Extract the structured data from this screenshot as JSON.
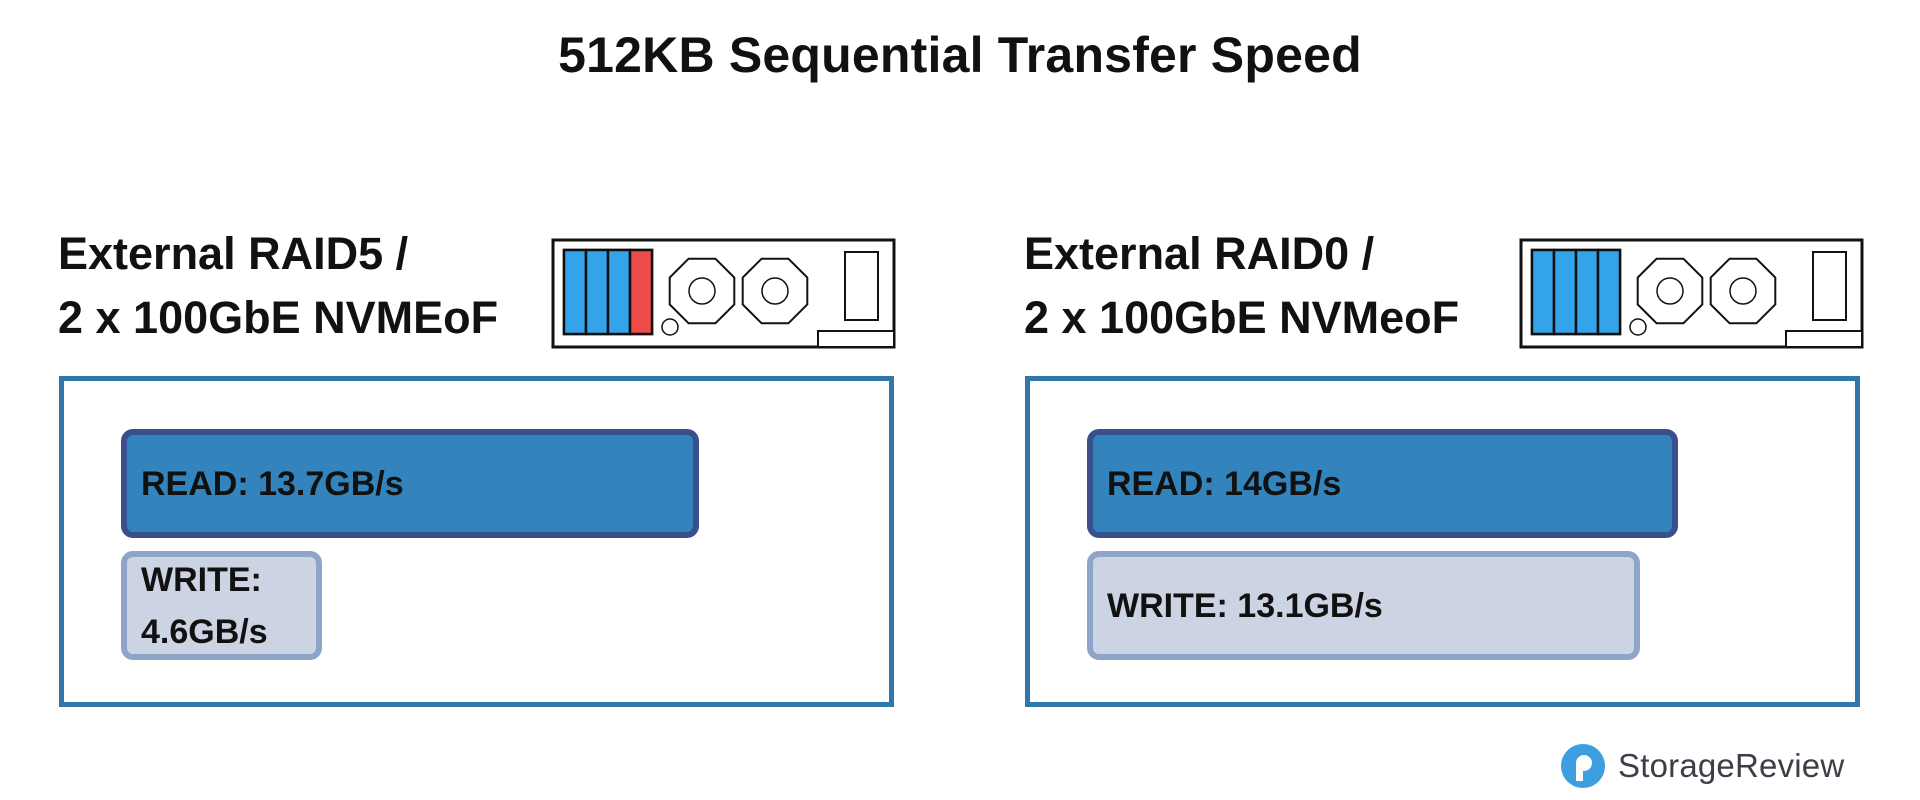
{
  "chart_data": [
    {
      "type": "bar",
      "orientation": "horizontal",
      "title": "512KB Sequential Transfer Speed",
      "panel_title_lines": [
        "External RAID5 /",
        "2 x 100GbE NVMEoF"
      ],
      "unit": "GB/s",
      "categories": [
        "READ",
        "WRITE"
      ],
      "values": [
        13.7,
        4.6
      ],
      "labels": [
        "READ: 13.7GB/s",
        "WRITE: 4.6GB/s"
      ],
      "xlim": [
        0,
        14
      ],
      "server_icon": {
        "drive_count": 4,
        "failed_drive_index": 3
      }
    },
    {
      "type": "bar",
      "orientation": "horizontal",
      "title": "512KB Sequential Transfer Speed",
      "panel_title_lines": [
        "External RAID0 /",
        "2 x 100GbE NVMeoF"
      ],
      "unit": "GB/s",
      "categories": [
        "READ",
        "WRITE"
      ],
      "values": [
        14,
        13.1
      ],
      "labels": [
        "READ: 14GB/s",
        "WRITE: 13.1GB/s"
      ],
      "xlim": [
        0,
        14
      ],
      "server_icon": {
        "drive_count": 4,
        "failed_drive_index": -1
      }
    }
  ],
  "title": "512KB Sequential Transfer Speed",
  "brand": {
    "name": "StorageReview",
    "icon": "storagereview-logo-icon"
  },
  "colors": {
    "read_fill": "#3384bd",
    "read_border": "#3a4f8c",
    "write_fill": "#ccd3e3",
    "write_border": "#8ea4c8",
    "panel_border": "#3078ab",
    "drive_ok": "#33a4ea",
    "drive_failed": "#ee4b4b",
    "logo_blue": "#3d9fe0"
  }
}
